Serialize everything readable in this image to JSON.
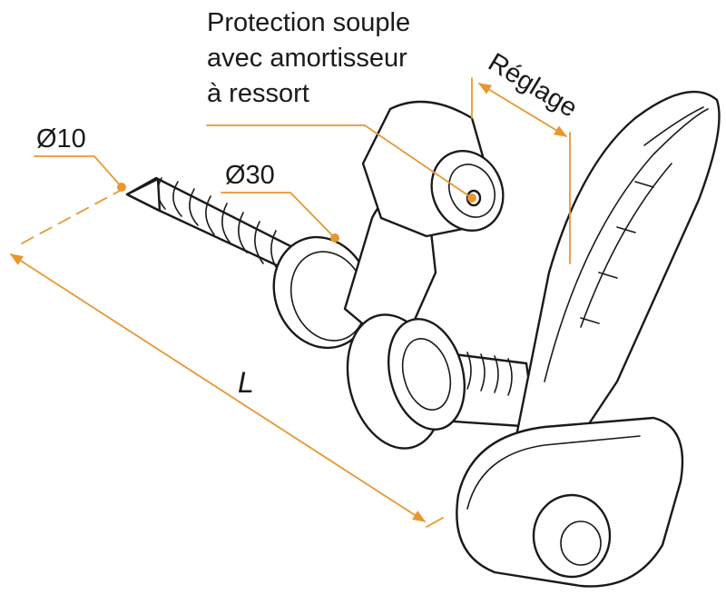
{
  "labels": {
    "protection_line1": "Protection souple",
    "protection_line2": "avec amortisseur",
    "protection_line3": "à ressort",
    "diameter_small": "Ø10",
    "diameter_large": "Ø30",
    "adjustment": "Réglage",
    "length": "L"
  },
  "colors": {
    "leader": "#e8972f",
    "ink": "#1a1a1a",
    "background": "#ffffff"
  }
}
